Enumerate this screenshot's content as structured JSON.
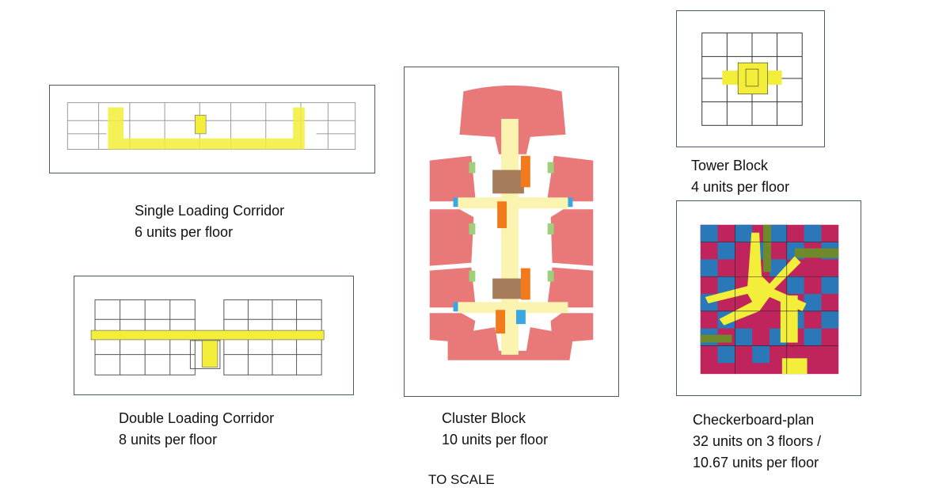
{
  "plans": {
    "single": {
      "title": "Single Loading Corridor",
      "units": "6 units per floor"
    },
    "double": {
      "title": "Double Loading Corridor",
      "units": "8 units per floor"
    },
    "cluster": {
      "title": "Cluster Block",
      "units": "10 units per floor"
    },
    "tower": {
      "title": "Tower Block",
      "units": "4 units per floor"
    },
    "checker": {
      "title": "Checkerboard-plan",
      "units_line1": "32 units on 3 floors /",
      "units_line2": "10.67 units per floor"
    }
  },
  "scale_note": "TO SCALE",
  "colors": {
    "corridor": "#f2ee3a",
    "corridor_pale": "#fbf3b0",
    "unit_red": "#e97878",
    "core_brown": "#a67c5b",
    "stair_orange": "#f07a1c",
    "lift_blue": "#3aa7e0",
    "balcony_green": "#9fcf7a",
    "unit_magenta": "#c0245c",
    "unit_blue": "#2a78b8",
    "court_olive": "#6f8a2a",
    "wall_grey": "#888888",
    "frame": "#4a5a6a"
  }
}
